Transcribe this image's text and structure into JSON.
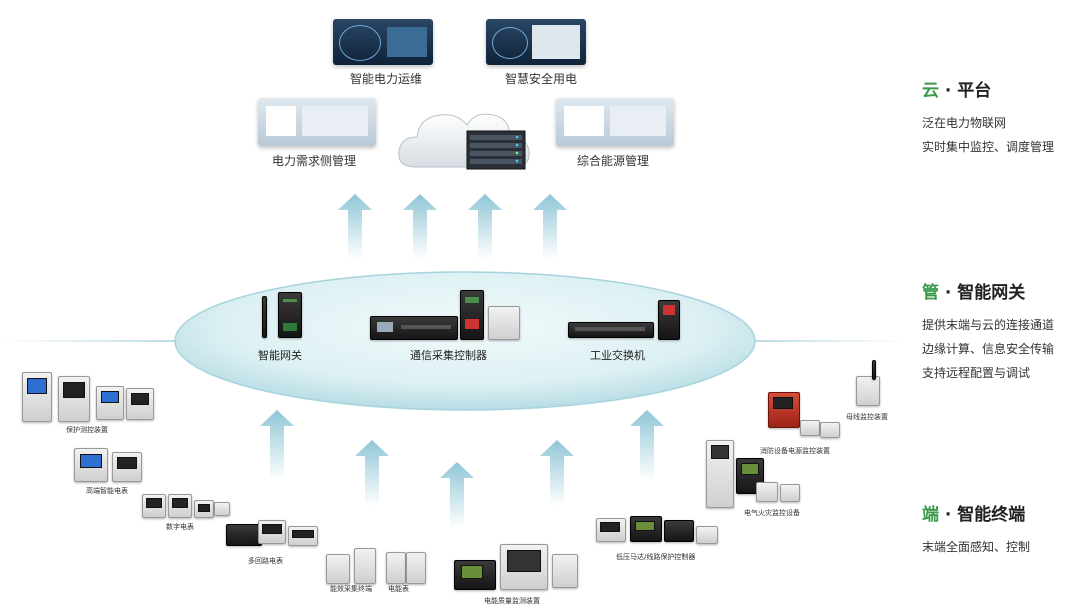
{
  "cloud_layer": {
    "top_items": [
      "智能电力运维",
      "智慧安全用电"
    ],
    "side_items": [
      "电力需求侧管理",
      "综合能源管理"
    ]
  },
  "gateway_layer": {
    "devices": [
      "智能网关",
      "通信采集控制器",
      "工业交换机"
    ]
  },
  "terminal_layer": {
    "devices": [
      "保护测控装置",
      "高端智能电表",
      "数字电表",
      "多回路电表",
      "能效采集终端",
      "电能表",
      "电能质量监测装置",
      "低压马达/线路保护控制器",
      "电气火灾监控设备",
      "消防设备电源监控装置",
      "母线监控装置"
    ]
  },
  "legend": {
    "cloud": {
      "accent": "云",
      "title": " · 平台",
      "lines": [
        "泛在电力物联网",
        "实时集中监控、调度管理"
      ]
    },
    "pipe": {
      "accent": "管",
      "title": " · 智能网关",
      "lines": [
        "提供末端与云的连接通道",
        "边缘计算、信息安全传输",
        "支持远程配置与调试"
      ]
    },
    "edge": {
      "accent": "端",
      "title": " · 智能终端",
      "lines": [
        "末端全面感知、控制"
      ]
    }
  },
  "colors": {
    "accent": "#3a9a4a",
    "arrow": "#a8d3e0",
    "ellipse": "#cfe8ee"
  }
}
